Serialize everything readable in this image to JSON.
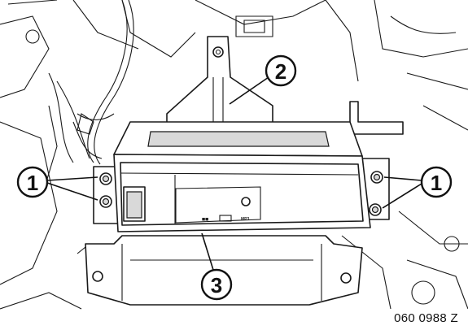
{
  "diagram": {
    "callouts": [
      "1",
      "1",
      "2",
      "3"
    ],
    "figure_id": "060 0988 Z",
    "device_labels": {
      "mp3_badge": "MP3"
    }
  }
}
